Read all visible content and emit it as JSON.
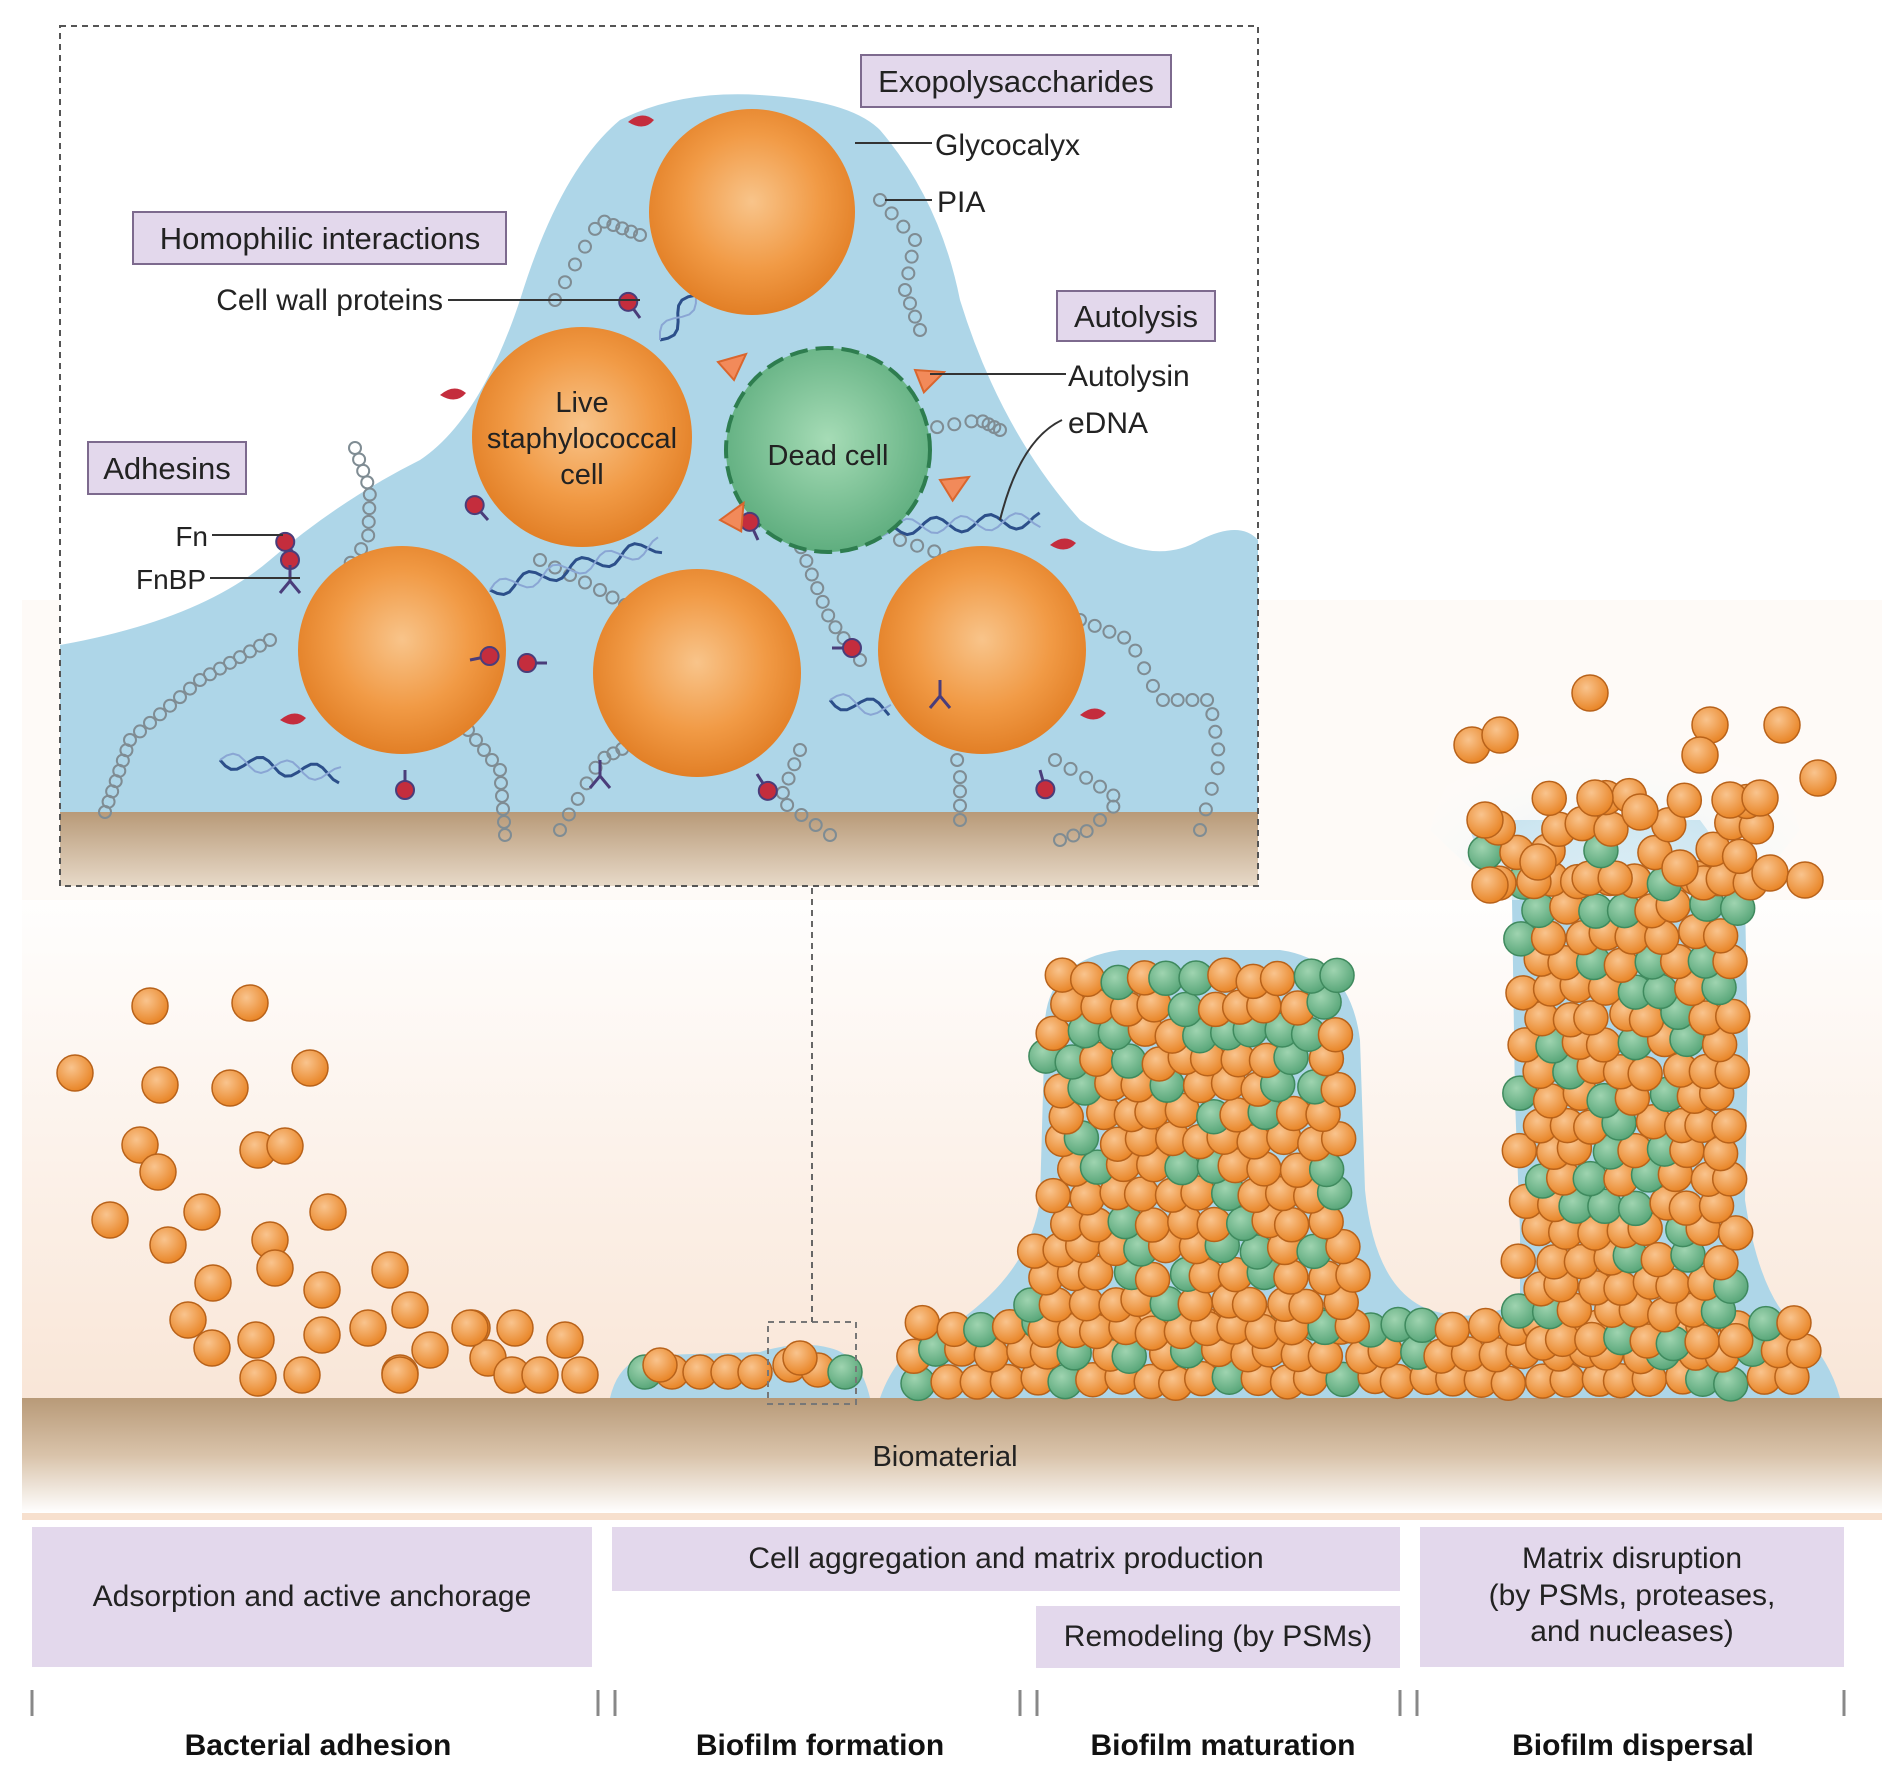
{
  "labels": {
    "exopolysaccharides": "Exopolysaccharides",
    "glycocalyx": "Glycocalyx",
    "pia": "PIA",
    "homophilic": "Homophilic interactions",
    "cell_wall_proteins": "Cell wall proteins",
    "autolysis": "Autolysis",
    "autolysin": "Autolysin",
    "edna": "eDNA",
    "live_cell": [
      "Live",
      "staphylococcal",
      "cell"
    ],
    "dead_cell": "Dead cell",
    "adhesins": "Adhesins",
    "fn": "Fn",
    "fnbp": "FnBP",
    "biomaterial": "Biomaterial"
  },
  "process_boxes": {
    "adsorption": "Adsorption and active anchorage",
    "aggregation": "Cell aggregation and matrix production",
    "remodeling": "Remodeling  (by PSMs)",
    "disruption": [
      "Matrix disruption",
      "(by PSMs, proteases,",
      "and nucleases)"
    ]
  },
  "phases": [
    "Bacterial adhesion",
    "Biofilm formation",
    "Biofilm maturation",
    "Biofilm dispersal"
  ],
  "colors": {
    "live_cell": "#f0963a",
    "dead_cell": "#6cb98c",
    "matrix": "#aed6e8",
    "label_box": "#e3d8ec",
    "surface": "#c8aa88"
  }
}
